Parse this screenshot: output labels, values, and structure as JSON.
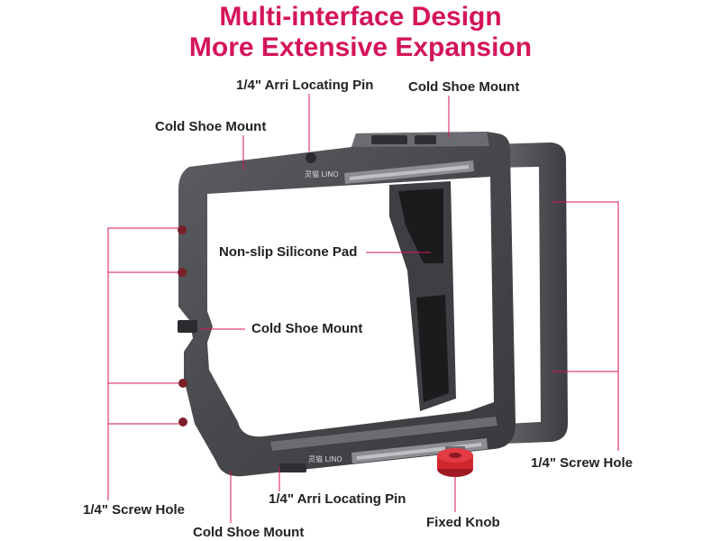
{
  "headline": {
    "line1": "Multi-interface Design",
    "line2": "More Extensive Expansion"
  },
  "brand_mark": "灵猫 LINO",
  "colors": {
    "headline": "#d4145a",
    "label_text": "#222222",
    "leader_line": "#d4145a",
    "cage_body": "#4a4b4f",
    "knob": "#d0262f"
  },
  "callouts": {
    "arri_pin_top": "1/4\" Arri Locating Pin",
    "cold_shoe_top_right": "Cold Shoe Mount",
    "cold_shoe_top_left": "Cold Shoe Mount",
    "silicone_pad": "Non-slip Silicone Pad",
    "cold_shoe_middle": "Cold Shoe Mount",
    "screw_hole_right": "1/4\" Screw Hole",
    "screw_hole_left": "1/4\" Screw Hole",
    "arri_pin_bottom": "1/4\" Arri Locating Pin",
    "fixed_knob": "Fixed Knob",
    "cold_shoe_bottom": "Cold Shoe Mount"
  }
}
